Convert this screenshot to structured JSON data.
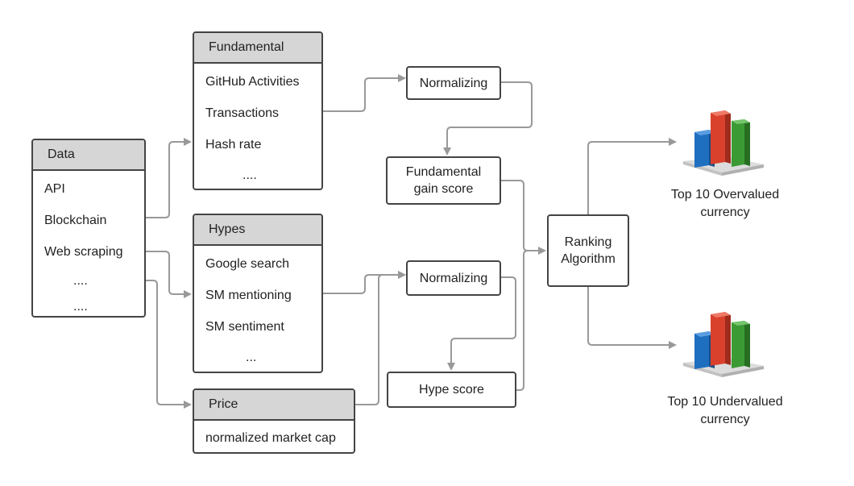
{
  "data_box": {
    "title": "Data",
    "items": [
      "API",
      "Blockchain",
      "Web scraping",
      "....",
      "...."
    ]
  },
  "fundamental_box": {
    "title": "Fundamental",
    "items": [
      "GitHub Activities",
      "Transactions",
      "Hash rate",
      "...."
    ]
  },
  "hypes_box": {
    "title": "Hypes",
    "items": [
      "Google search",
      "SM mentioning",
      "SM sentiment",
      "..."
    ]
  },
  "price_box": {
    "title": "Price",
    "items": [
      "normalized market cap"
    ]
  },
  "normalizing_top": "Normalizing",
  "normalizing_bottom": "Normalizing",
  "fundamental_score": "Fundamental gain score",
  "hype_score": "Hype score",
  "ranking": "Ranking Algorithm",
  "overvalued": "Top 10 Overvalued currency",
  "undervalued": "Top 10 Undervalued currency",
  "colors": {
    "border": "#444444",
    "header_fill": "#d6d6d6",
    "connector": "#999999",
    "bar_blue": "#1f6fc0",
    "bar_red": "#d9412c",
    "bar_green": "#3c9a35"
  }
}
